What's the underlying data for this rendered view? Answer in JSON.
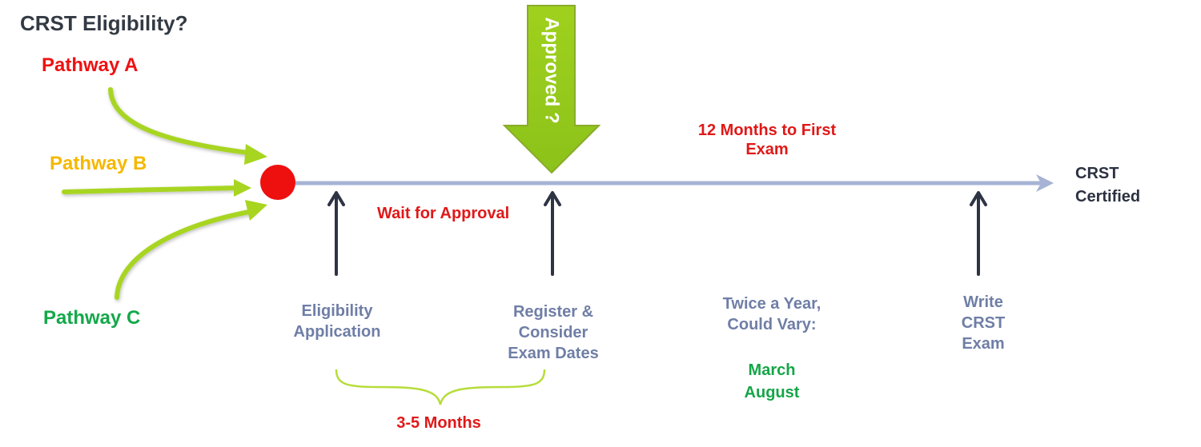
{
  "title": "CRST Eligibility?",
  "pathways": {
    "a": "Pathway A",
    "b": "Pathway B",
    "c": "Pathway C"
  },
  "approved_arrow": "Approved ?",
  "timeline": {
    "first_exam_window": [
      "12 Months to First",
      "Exam"
    ],
    "wait": "Wait for Approval",
    "end": [
      "CRST",
      "Certified"
    ],
    "milestones": {
      "eligibility": [
        "Eligibility",
        "Application"
      ],
      "register": [
        "Register &",
        "Consider",
        "Exam Dates"
      ],
      "exam_frequency": [
        "Twice a Year,",
        "Could Vary:"
      ],
      "exam_months": [
        "March",
        "August"
      ],
      "write": [
        "Write",
        "CRST",
        "Exam"
      ]
    },
    "approval_duration": "3-5 Months"
  },
  "colors": {
    "pathway_a": "#ee1111",
    "pathway_b": "#f5b800",
    "pathway_c": "#14a84a",
    "curve_green": "#a8d520",
    "timeline": "#a6b3d4",
    "start_dot": "#ee0f0f",
    "milestone_arrow": "#2e3444",
    "label_red": "#e01818",
    "label_slate": "#6f7ea6"
  }
}
